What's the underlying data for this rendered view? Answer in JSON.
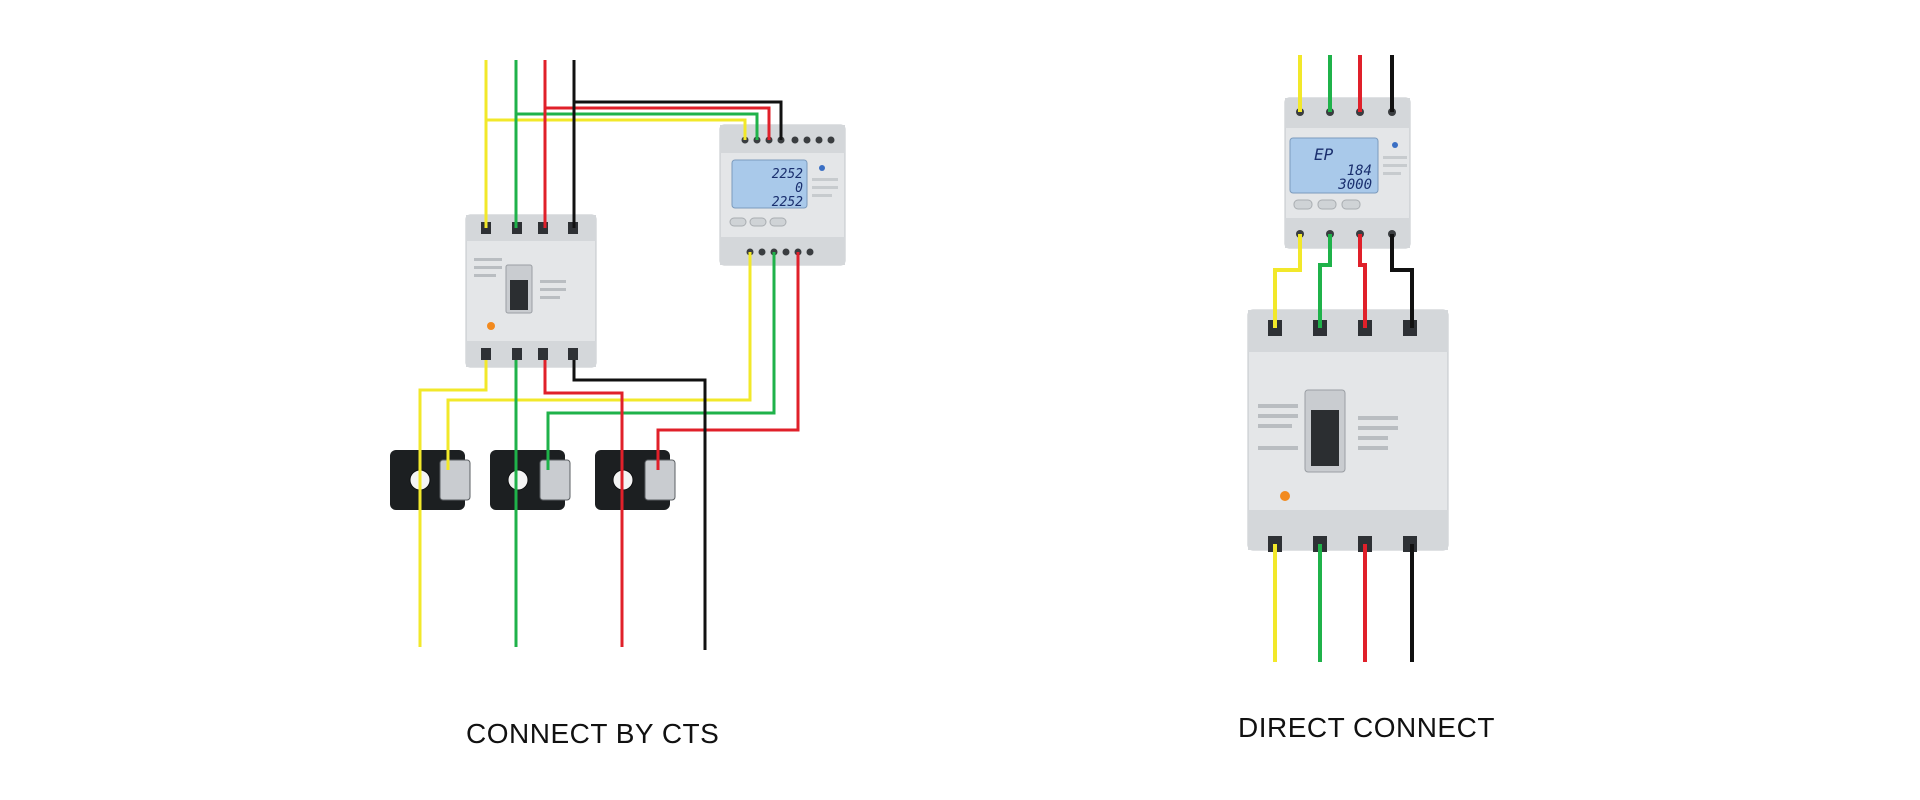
{
  "left_panel": {
    "caption": "CONNECT BY CTS",
    "meter": {
      "lcd_lines": [
        "2252",
        "0",
        "2252"
      ]
    }
  },
  "right_panel": {
    "caption": "DIRECT CONNECT",
    "meter": {
      "lcd_lines": [
        "EP",
        "184",
        "3000"
      ]
    }
  },
  "colors": {
    "wire_yellow": "#f2e82a",
    "wire_green": "#1fb24a",
    "wire_red": "#e0202a",
    "wire_black": "#111111",
    "device_body": "#e4e6e8",
    "lcd_screen": "#a9c9ea",
    "ct_body": "#1c1f21"
  }
}
